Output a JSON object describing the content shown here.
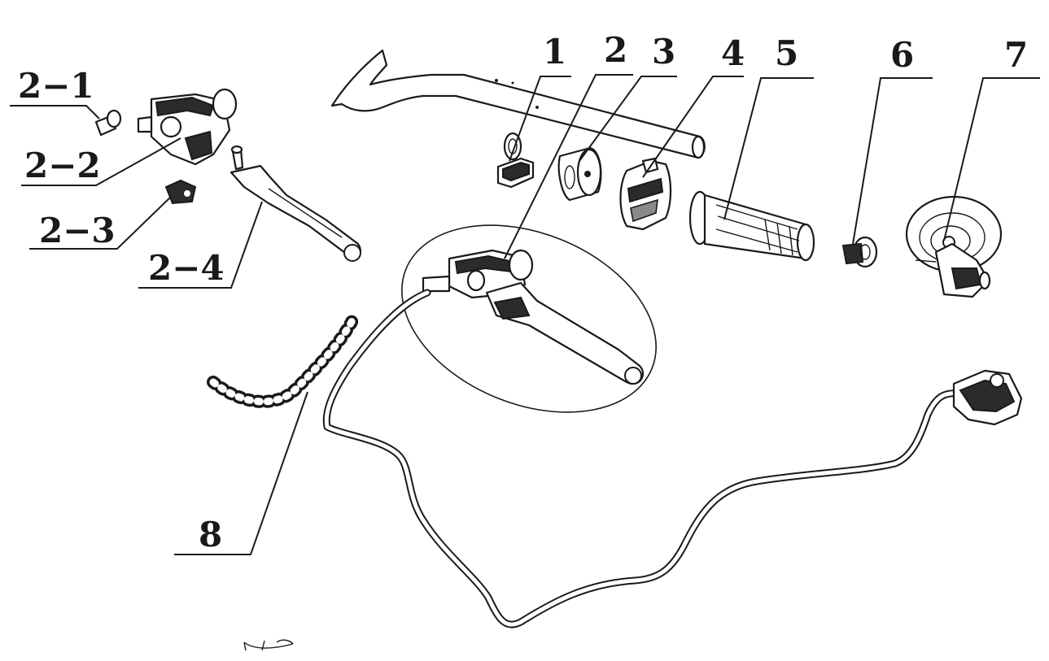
{
  "diagram": {
    "callouts": [
      {
        "id": "1",
        "label": "1"
      },
      {
        "id": "2",
        "label": "2"
      },
      {
        "id": "3",
        "label": "3"
      },
      {
        "id": "4",
        "label": "4"
      },
      {
        "id": "5",
        "label": "5"
      },
      {
        "id": "6",
        "label": "6"
      },
      {
        "id": "7",
        "label": "7"
      },
      {
        "id": "2-1",
        "label": "2−1"
      },
      {
        "id": "2-2",
        "label": "2−2"
      },
      {
        "id": "2-3",
        "label": "2−3"
      },
      {
        "id": "2-4",
        "label": "2−4"
      },
      {
        "id": "8",
        "label": "8"
      }
    ]
  }
}
